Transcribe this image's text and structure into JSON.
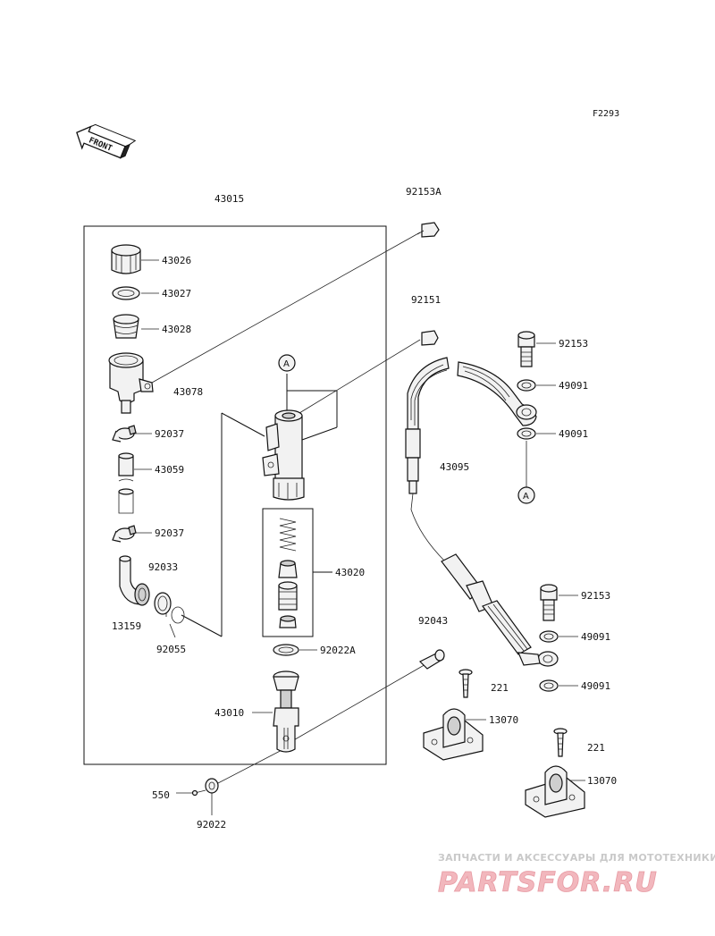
{
  "figure_code": "F2293",
  "front_marker": "FRONT",
  "reference_marks": [
    "A",
    "A"
  ],
  "parts": {
    "assembly_master_cylinder": "43015",
    "bolt_92153A": "92153A",
    "cap_43026": "43026",
    "plate_43027": "43027",
    "diaphragm_43028": "43028",
    "reservoir_43078": "43078",
    "clamp_92037_upper": "92037",
    "hose_43059": "43059",
    "clamp_92037_lower": "92037",
    "oring_92033": "92033",
    "fitting_13159": "13159",
    "circlip_92055": "92055",
    "bolt_92151": "92151",
    "piston_kit_43020": "43020",
    "bolt_92153_upper": "92153",
    "washer_49091_a": "49091",
    "washer_49091_b": "49091",
    "hose_43095": "43095",
    "bolt_92153_lower": "92153",
    "washer_49091_c": "49091",
    "washer_49091_d": "49091",
    "bolt_92043": "92043",
    "circlip_92022A": "92022A",
    "push_rod_43010": "43010",
    "screw_221_a": "221",
    "clamp_13070_a": "13070",
    "screw_221_b": "221",
    "clamp_13070_b": "13070",
    "pin_550": "550",
    "washer_92022": "92022"
  },
  "watermark": {
    "tagline": "ЗАПЧАСТИ И АКСЕССУАРЫ ДЛЯ МОТОТЕХНИКИ",
    "logo": "PARTSFOR.RU"
  }
}
